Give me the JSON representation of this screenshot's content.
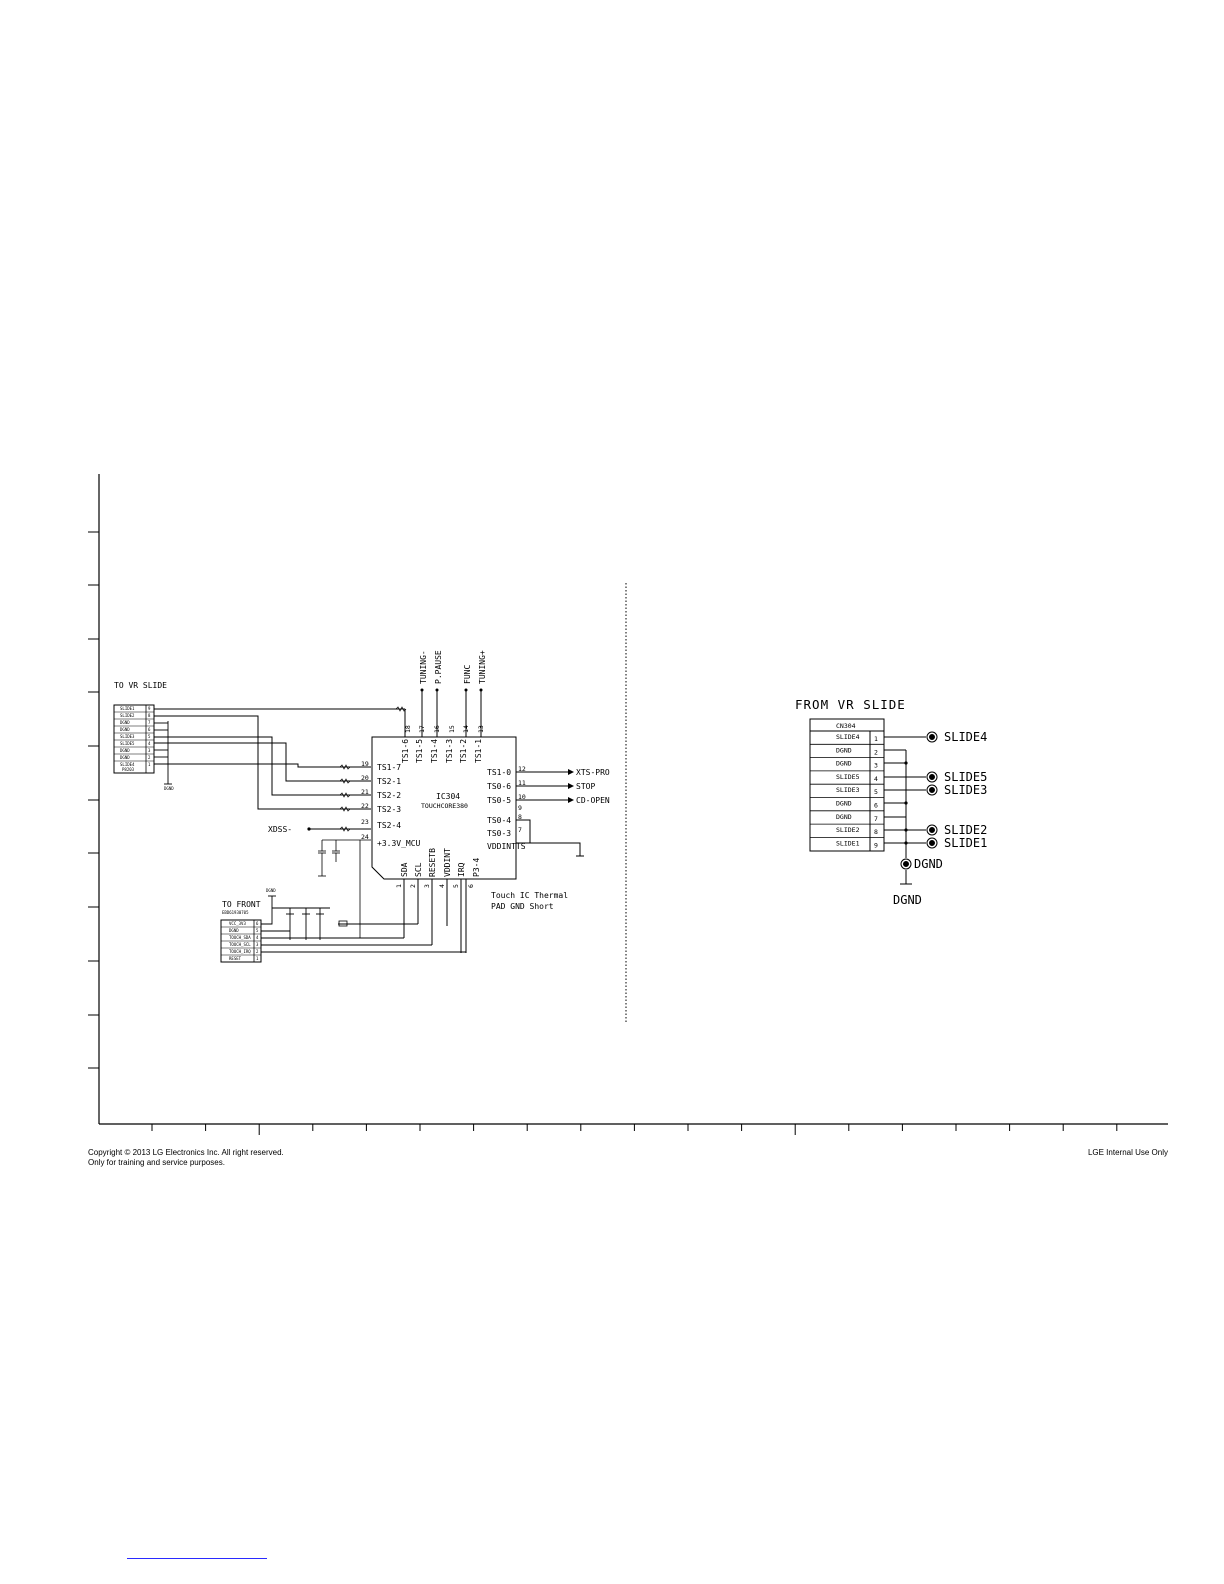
{
  "footer": {
    "copyright_line1": "Copyright © 2013 LG Electronics Inc. All right reserved.",
    "copyright_line2": "Only for training and service purposes.",
    "internal_use": "LGE Internal Use Only"
  },
  "left_block": {
    "vr_connector": {
      "label": "TO VR SLIDE",
      "pins": [
        {
          "signal": "SLIDE1",
          "num": "9"
        },
        {
          "signal": "SLIDE2",
          "num": "8"
        },
        {
          "signal": "DGND",
          "num": "7"
        },
        {
          "signal": "DGND",
          "num": "6"
        },
        {
          "signal": "SLIDE3",
          "num": "5"
        },
        {
          "signal": "SLIDE5",
          "num": "4"
        },
        {
          "signal": "DGND",
          "num": "3"
        },
        {
          "signal": "DGND",
          "num": "2"
        },
        {
          "signal": "SLIDE4",
          "num": "1"
        }
      ],
      "ref": "P8203",
      "gnd_label": "DGND"
    },
    "ic": {
      "ref": "IC304",
      "part": "TOUCHCORE380",
      "left_pins": [
        {
          "name": "TS1-7",
          "num": "19"
        },
        {
          "name": "TS2-1",
          "num": "20"
        },
        {
          "name": "TS2-2",
          "num": "21"
        },
        {
          "name": "TS2-3",
          "num": "22"
        },
        {
          "name": "TS2-4",
          "num": "23"
        },
        {
          "name": "+3.3V_MCU",
          "num": "24"
        }
      ],
      "right_pins": [
        {
          "name": "TS1-0",
          "num": "12"
        },
        {
          "name": "TS0-6",
          "num": "11"
        },
        {
          "name": "TS0-5",
          "num": "10"
        },
        {
          "name": "",
          "num": "9"
        },
        {
          "name": "TS0-4",
          "num": "8"
        },
        {
          "name": "TS0-3",
          "num": "7"
        },
        {
          "name": "VDDINTTS",
          "num": ""
        }
      ],
      "top_pins": [
        {
          "name": "TS1-6",
          "num": "18"
        },
        {
          "name": "TS1-5",
          "num": "17"
        },
        {
          "name": "TS1-4",
          "num": "16"
        },
        {
          "name": "TS1-3",
          "num": "15"
        },
        {
          "name": "TS1-2",
          "num": "14"
        },
        {
          "name": "TS1-1",
          "num": "13"
        }
      ],
      "bottom_pins": [
        {
          "name": "SDA",
          "num": "1"
        },
        {
          "name": "SCL",
          "num": "2"
        },
        {
          "name": "RESETB",
          "num": "3"
        },
        {
          "name": "VDDINT",
          "num": "4"
        },
        {
          "name": "IRQ",
          "num": "5"
        },
        {
          "name": "P3-4",
          "num": "6"
        }
      ]
    },
    "top_nets": [
      "TUNING-",
      "P.PAUSE",
      "FUNC",
      "TUNING+"
    ],
    "right_nets": [
      "XTS-PRO",
      "STOP",
      "CD-OPEN"
    ],
    "xdss_label": "XDSS-",
    "front_connector": {
      "label": "TO FRONT",
      "sub_label": "EBD61930705",
      "pins": [
        {
          "signal": "VCC_3V3",
          "num": "6"
        },
        {
          "signal": "DGND",
          "num": "5"
        },
        {
          "signal": "TOUCH_SDA",
          "num": "4"
        },
        {
          "signal": "TOUCH_SCL",
          "num": "3"
        },
        {
          "signal": "TOUCH_IRQ",
          "num": "2"
        },
        {
          "signal": "RESET",
          "num": "1"
        }
      ]
    },
    "note_line1": "Touch IC Thermal",
    "note_line2": "PAD GND Short",
    "gnd_label": "DGND"
  },
  "right_block": {
    "title": "FROM VR SLIDE",
    "connector_ref": "CN304",
    "pins": [
      {
        "signal": "SLIDE4",
        "num": "1"
      },
      {
        "signal": "DGND",
        "num": "2"
      },
      {
        "signal": "DGND",
        "num": "3"
      },
      {
        "signal": "SLIDE5",
        "num": "4"
      },
      {
        "signal": "SLIDE3",
        "num": "5"
      },
      {
        "signal": "DGND",
        "num": "6"
      },
      {
        "signal": "DGND",
        "num": "7"
      },
      {
        "signal": "SLIDE2",
        "num": "8"
      },
      {
        "signal": "SLIDE1",
        "num": "9"
      }
    ],
    "outputs": {
      "slide4": "SLIDE4",
      "slide5": "SLIDE5",
      "slide3": "SLIDE3",
      "slide2": "SLIDE2",
      "slide1": "SLIDE1",
      "dgnd_terminal": "DGND",
      "dgnd_ground": "DGND"
    }
  }
}
